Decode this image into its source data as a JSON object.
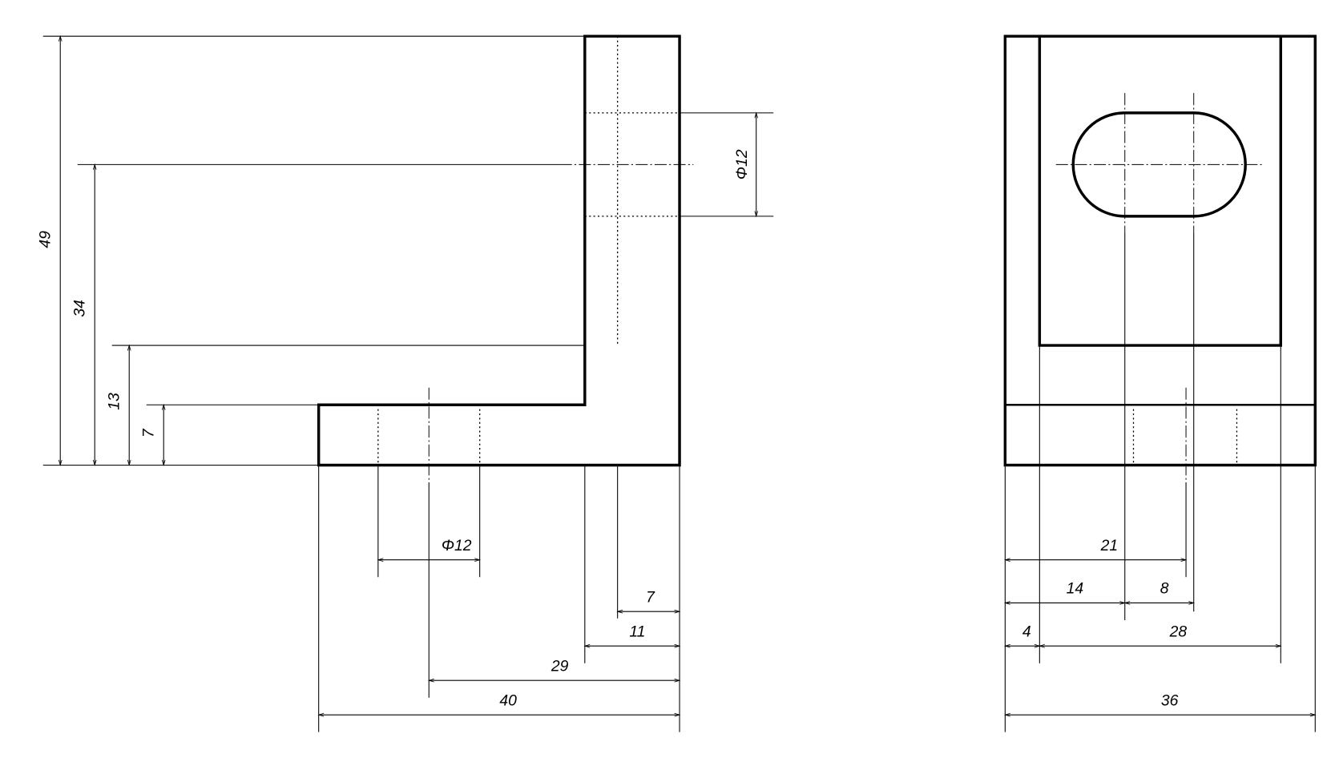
{
  "front_view": {
    "dimensions": {
      "height_49": "49",
      "height_34": "34",
      "height_13": "13",
      "height_7": "7",
      "hole_dia_side": "Φ12",
      "hole_dia_base": "Φ12",
      "width_7": "7",
      "width_11": "11",
      "width_29": "29",
      "width_40": "40"
    }
  },
  "side_view": {
    "dimensions": {
      "width_21": "21",
      "width_14": "14",
      "width_8": "8",
      "width_4": "4",
      "width_28": "28",
      "width_36": "36"
    }
  }
}
